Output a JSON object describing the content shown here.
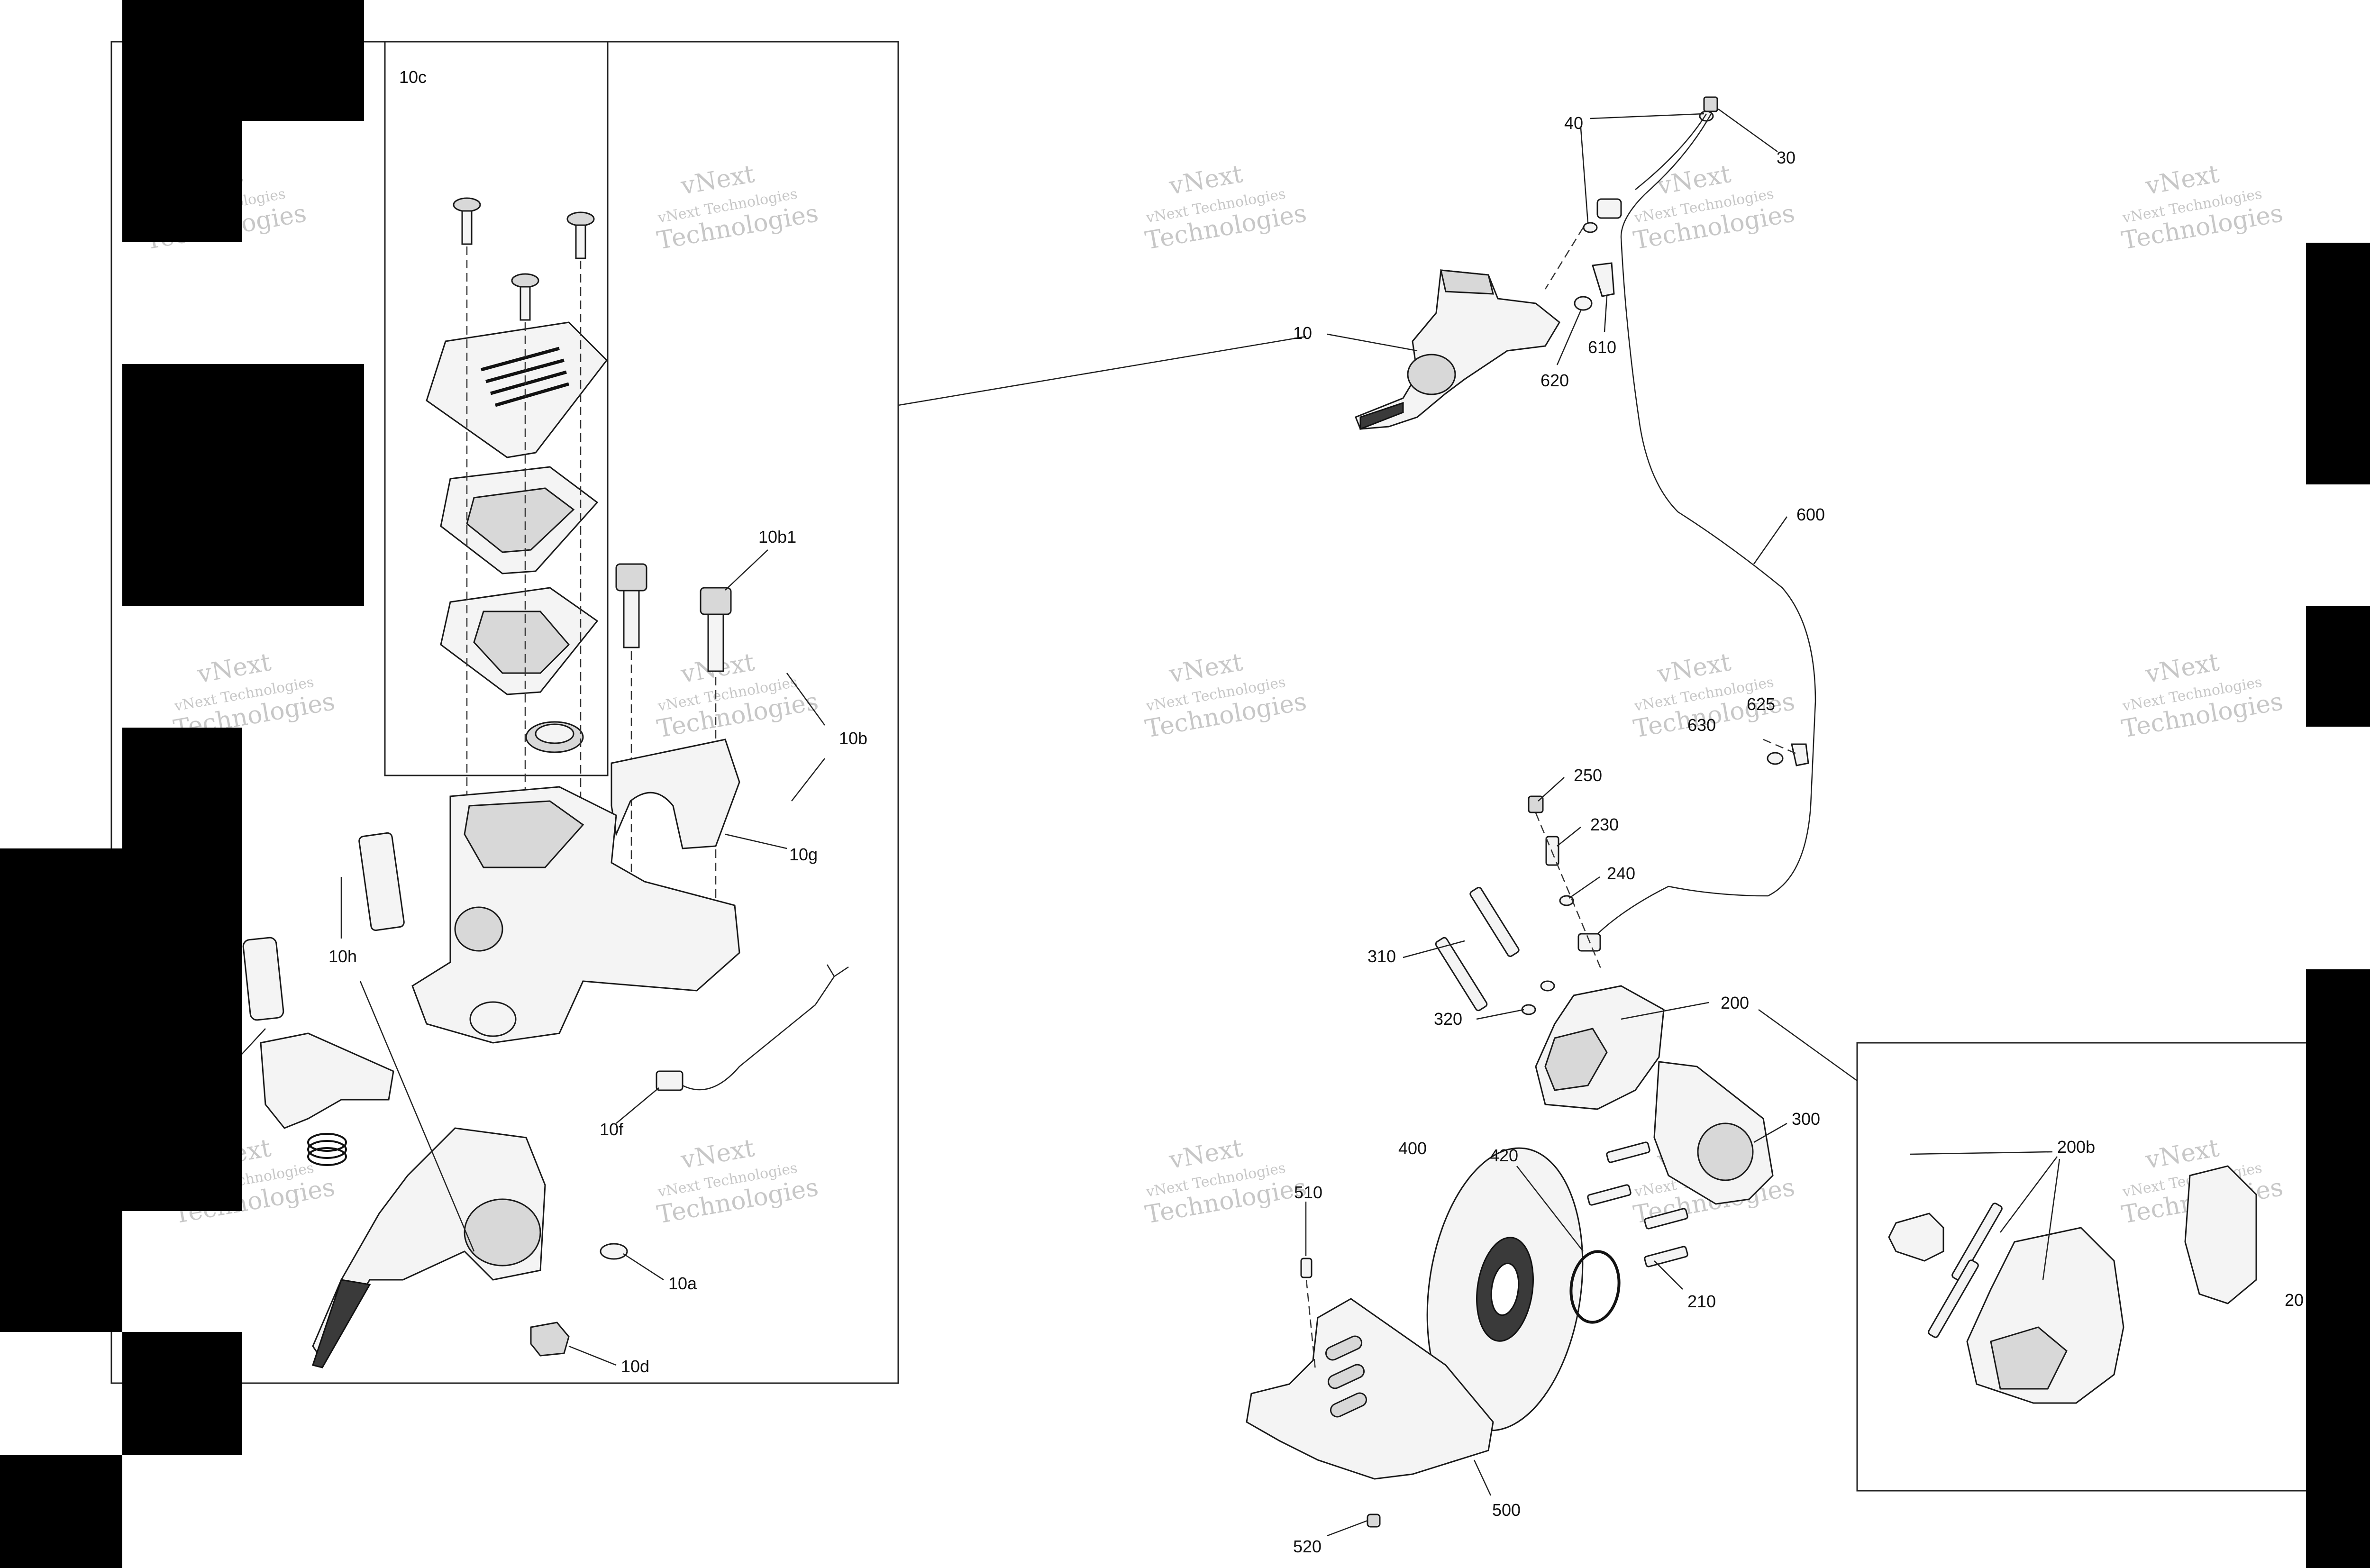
{
  "diagram": {
    "callouts": {
      "c10c": "10c",
      "c10b1": "10b1",
      "c10b": "10b",
      "c10g": "10g",
      "c10h": "10h",
      "c10f": "10f",
      "c10a": "10a",
      "c10d": "10d",
      "c10": "10",
      "c40": "40",
      "c30": "30",
      "c610": "610",
      "c620": "620",
      "c600": "600",
      "c625": "625",
      "c250": "250",
      "c230": "230",
      "c240": "240",
      "c310": "310",
      "c320": "320",
      "c200": "200",
      "c630": "630",
      "c300": "300",
      "c400": "400",
      "c420": "420",
      "c510": "510",
      "c210": "210",
      "c500": "500",
      "c520": "520",
      "c200b": "200b",
      "c20x": "20"
    },
    "watermark": {
      "line1": "vNext Technologies",
      "line2": "vNext",
      "line3": "Technologies"
    }
  }
}
